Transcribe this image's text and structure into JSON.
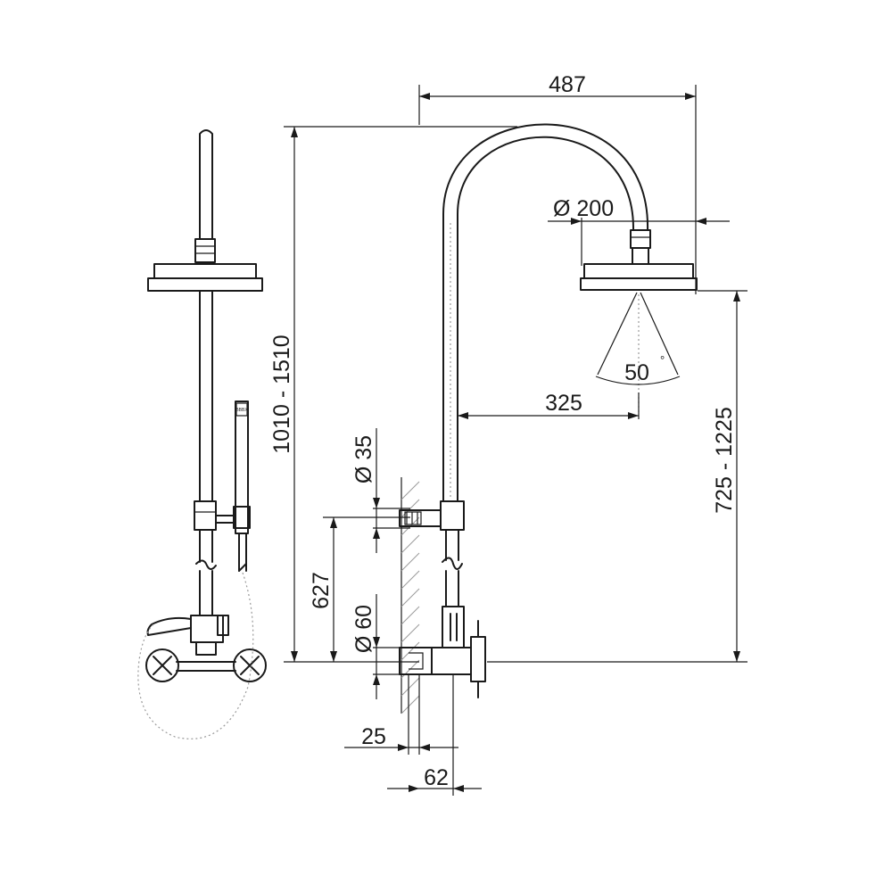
{
  "dimensions": {
    "overall_width": "487",
    "head_diameter": "Ø 200",
    "spray_angle": "50",
    "spray_angle_unit": "°",
    "arm_reach": "325",
    "overall_height": "1010 - 1510",
    "head_height": "725 - 1225",
    "pipe_diameter": "Ø 35",
    "mount_height": "627",
    "base_diameter": "Ø 60",
    "wall_offset": "25",
    "projection": "62"
  },
  "hand_shower_label": "BBBX"
}
